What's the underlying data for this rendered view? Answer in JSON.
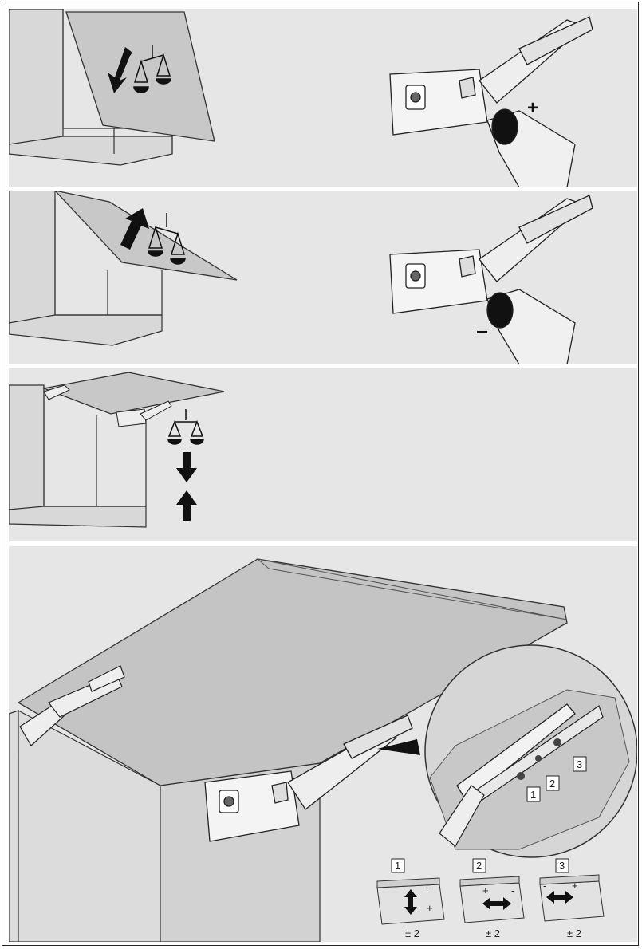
{
  "panels": [
    {
      "id": "reduce-force",
      "adjust_sign": "+"
    },
    {
      "id": "increase-force",
      "adjust_sign": "−"
    },
    {
      "id": "balanced"
    },
    {
      "id": "adjustment-detail"
    }
  ],
  "callouts": [
    "1",
    "2",
    "3"
  ],
  "adjust_boxes": [
    {
      "number": "1",
      "tolerance": "± 2",
      "direction": "vertical"
    },
    {
      "number": "2",
      "tolerance": "± 2",
      "direction": "horizontal"
    },
    {
      "number": "3",
      "tolerance": "± 2",
      "direction": "horizontal"
    }
  ],
  "box_signs": {
    "plus": "+",
    "minus": "-"
  },
  "colors": {
    "panel_bg": "#e6e6e6",
    "door": "#c9c9c9",
    "cabinet": "#d8d8d8",
    "line": "#222222",
    "arrow": "#111111"
  }
}
